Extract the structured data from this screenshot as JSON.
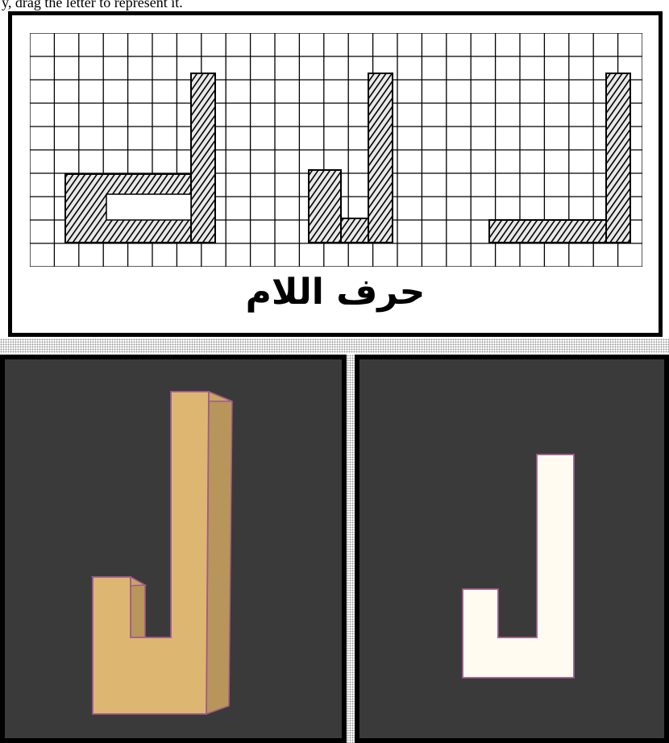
{
  "top_caption": "y, drag the letter to represent it.",
  "grid_panel": {
    "title": "حرف اللام",
    "grid_rows": 10,
    "grid_cols": 25,
    "hatch_color": "#000000"
  },
  "panel_3d": {
    "letter_color": "#ddb672",
    "side_color": "#b8955a",
    "edge_color": "#a05a8a",
    "background": "#3a3a3a"
  },
  "panel_flat": {
    "letter_color": "#fffbf0",
    "edge_color": "#a05a8a",
    "background": "#3a3a3a"
  }
}
